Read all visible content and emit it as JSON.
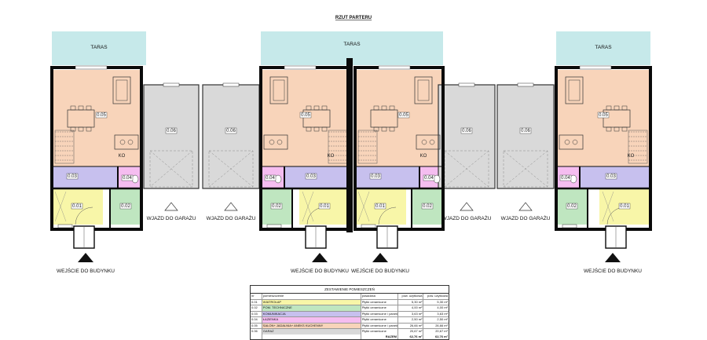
{
  "title": "RZUT PARTERU",
  "terrace_label": "TARAS",
  "driveway_label": "WJAZD DO GARAŻU",
  "entrance_label": "WEJŚCIE DO BUDYNKU",
  "room_labels": {
    "r01": "0.01",
    "r02": "0.02",
    "r03": "0.03",
    "r04": "0.04",
    "r05": "0.05",
    "r06": "0.06",
    "ko": "KO"
  },
  "colors": {
    "terrace": "#c6e9ea",
    "kitchen_living": "#f8d4ba",
    "garage": "#d9d9d9",
    "communication": "#c7c0ee",
    "bathroom": "#f5bdf0",
    "technical": "#bfe6c0",
    "vestibule": "#f8f6a8",
    "wall": "#0a0a0a"
  },
  "legend": {
    "title": "ZESTAWIENIE POMIESZCZEŃ",
    "headers": [
      "nr",
      "pomieszczenie",
      "posadzka",
      "pow. uzytkowa",
      "pow. uzytkowa"
    ],
    "rows": [
      {
        "id": "0.01",
        "name": "WIATROŁAP",
        "finish": "Płytki ceramiczne",
        "area_a": "5,30 m²",
        "area_b": "5,30 m²",
        "color": "#f8f6a8"
      },
      {
        "id": "0.02",
        "name": "POM. TECHNICZNE",
        "finish": "Płytki ceramiczne",
        "area_a": "4,00 m²",
        "area_b": "4,00 m²",
        "color": "#bfe6c0"
      },
      {
        "id": "0.03",
        "name": "KOMUNIKACJA",
        "finish": "Płytki ceramiczne / panele",
        "area_a": "3,63 m²",
        "area_b": "3,63 m²",
        "color": "#c7c0ee"
      },
      {
        "id": "0.04",
        "name": "ŁAZIENKA",
        "finish": "Płytki ceramiczne",
        "area_a": "2,50 m²",
        "area_b": "2,50 m²",
        "color": "#f5bdf0"
      },
      {
        "id": "0.05",
        "name": "SALON+ JADALNIA+ ANEKS KUCHENNY",
        "finish": "Płytki ceramiczne / panele",
        "area_a": "26,66 m²",
        "area_b": "26,66 m²",
        "color": "#f8d4ba"
      },
      {
        "id": "0.06",
        "name": "GARAŻ",
        "finish": "Płytki ceramiczne",
        "area_a": "20,67 m²",
        "area_b": "20,67 m²",
        "color": "#d9d9d9"
      }
    ],
    "total_label": "RAZEM",
    "total_a": "62,76 m²",
    "total_b": "62,76 m²"
  }
}
